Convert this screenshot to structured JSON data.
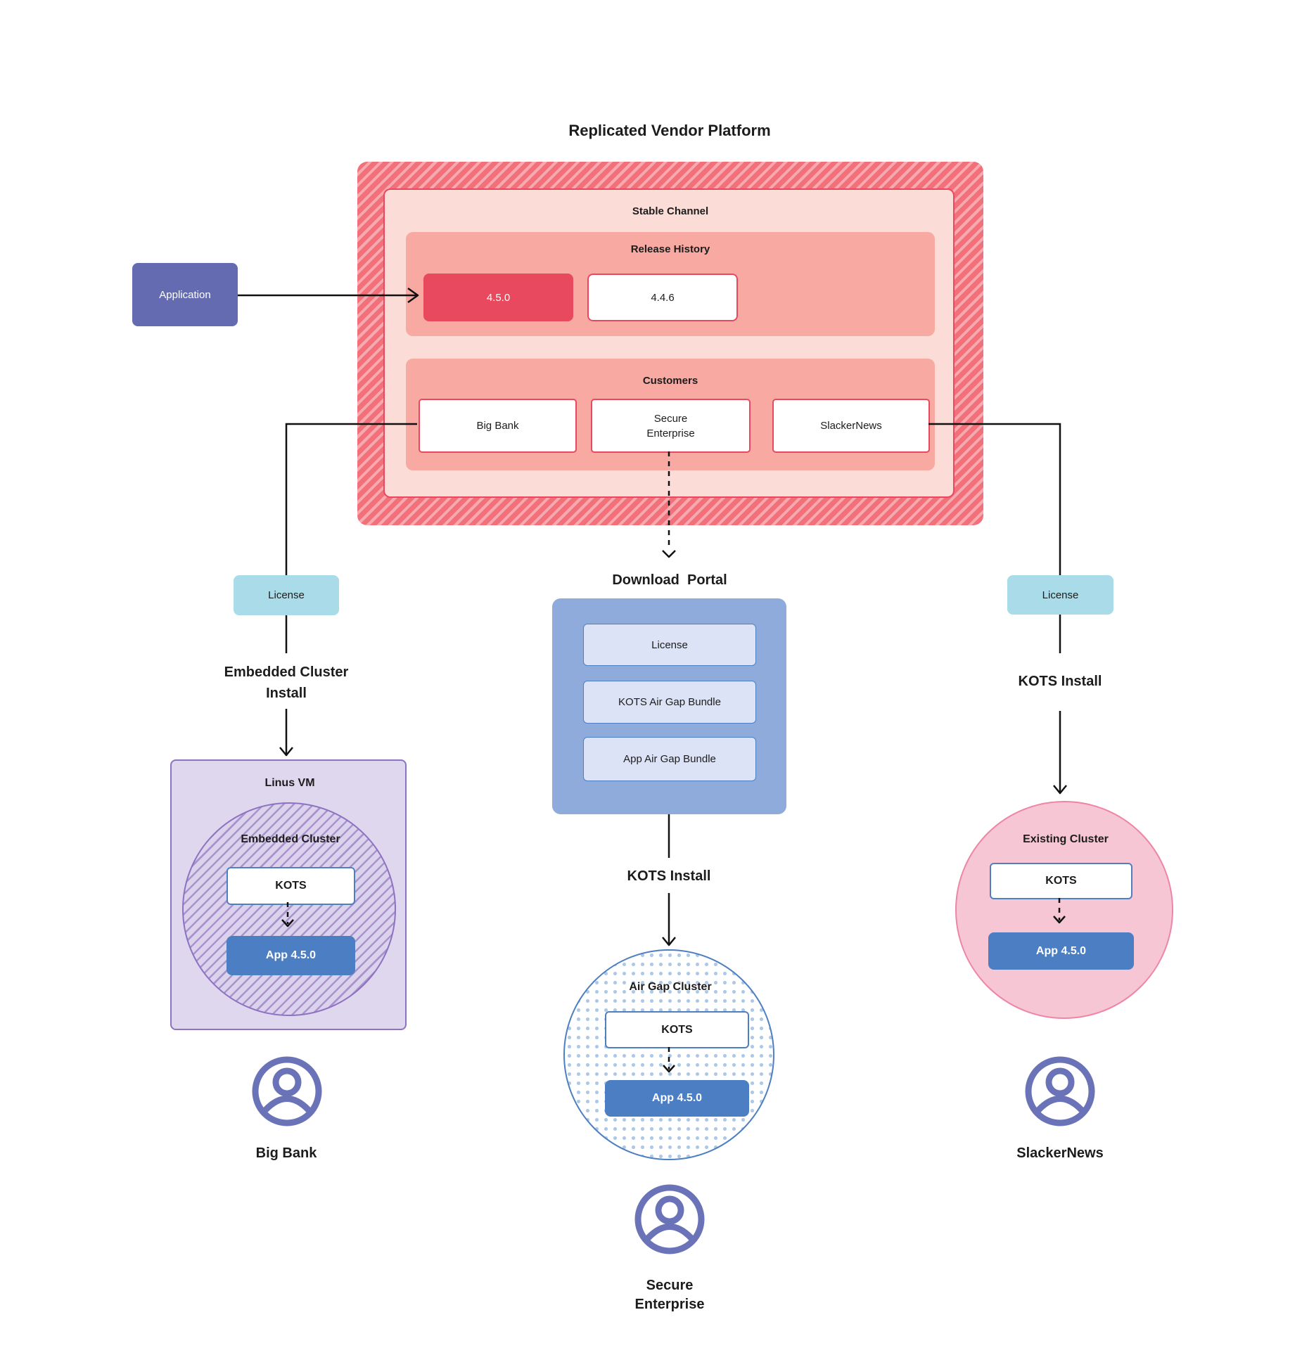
{
  "title": "Replicated Vendor Platform",
  "colors": {
    "hatch_base": "#f1707a",
    "hatch_stripe": "#f8a9b0",
    "stable_fill": "#fbdcd7",
    "accent_red": "#e8495e",
    "section_fill": "#f7a9a2",
    "application_purple": "#646bb0",
    "license_cyan": "#a9dce8",
    "portal_blue": "#8fabdb",
    "portal_item_fill": "#dde3f6",
    "kots_border_blue": "#4d7fc1",
    "app_blue": "#4c7ec3",
    "vm_fill": "#ded7ee",
    "vm_border": "#8d72c1",
    "vm_circle_fill": "#dbd2ec",
    "embedded_stripe": "#a893cf",
    "existing_fill": "#f7c6d4",
    "existing_border": "#ee85a6",
    "airgap_dot": "#aec9e8",
    "person_purple": "#6a73b8",
    "line": "#111111"
  },
  "application": {
    "label": "Application"
  },
  "platform": {
    "stable_channel": "Stable Channel",
    "release_history": "Release History",
    "release_current": "4.5.0",
    "release_previous": "4.4.6",
    "customers_label": "Customers",
    "customer_big_bank": "Big Bank",
    "customer_secure_enterprise": "Secure\nEnterprise",
    "customer_slackernews": "SlackerNews"
  },
  "download_portal": {
    "title": "Download  Portal",
    "items": [
      "License",
      "KOTS Air Gap Bundle",
      "App Air Gap Bundle"
    ]
  },
  "left_flow": {
    "license": "License",
    "install": "Embedded Cluster\nInstall",
    "vm_label": "Linus VM",
    "cluster_label": "Embedded Cluster",
    "kots": "KOTS",
    "app": "App 4.5.0",
    "person": "Big Bank"
  },
  "middle_flow": {
    "install": "KOTS Install",
    "cluster_label": "Air Gap Cluster",
    "kots": "KOTS",
    "app": "App 4.5.0",
    "person": "Secure\nEnterprise"
  },
  "right_flow": {
    "license": "License",
    "install": "KOTS Install",
    "cluster_label": "Existing Cluster",
    "kots": "KOTS",
    "app": "App 4.5.0",
    "person": "SlackerNews"
  }
}
